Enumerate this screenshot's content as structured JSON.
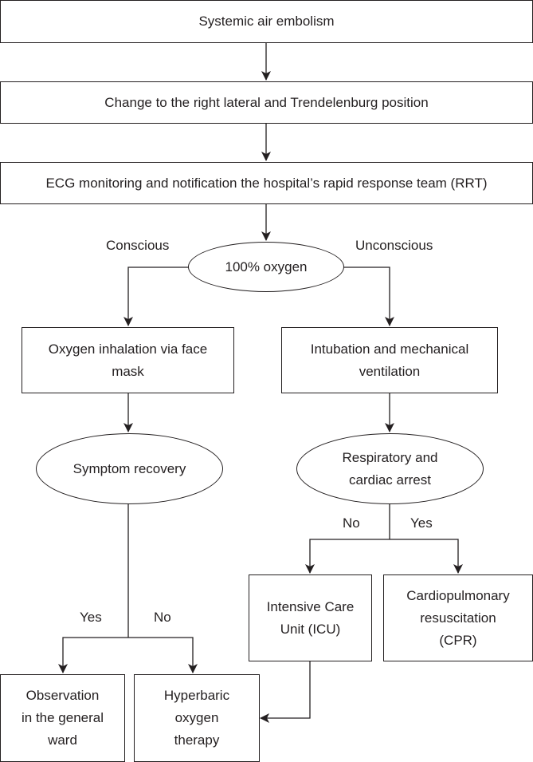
{
  "nodes": {
    "embolism": "Systemic air embolism",
    "position": "Change to the right lateral and Trendelenburg position",
    "monitoring": "ECG monitoring and notification the hospital’s rapid response team (RRT)",
    "oxygen": "100% oxygen",
    "mask_l1": "Oxygen inhalation via face",
    "mask_l2": "mask",
    "intubation_l1": "Intubation and mechanical",
    "intubation_l2": "ventilation",
    "symptom": "Symptom recovery",
    "arrest_l1": "Respiratory and",
    "arrest_l2": "cardiac arrest",
    "icu_l1": "Intensive Care",
    "icu_l2": "Unit (ICU)",
    "cpr_l1": "Cardiopulmonary",
    "cpr_l2": "resuscitation",
    "cpr_l3": "(CPR)",
    "ward_l1": "Observation",
    "ward_l2": "in the general",
    "ward_l3": "ward",
    "hbo_l1": "Hyperbaric",
    "hbo_l2": "oxygen",
    "hbo_l3": "therapy"
  },
  "edge_labels": {
    "conscious": "Conscious",
    "unconscious": "Unconscious",
    "arrest_no": "No",
    "arrest_yes": "Yes",
    "symptom_yes": "Yes",
    "symptom_no": "No"
  }
}
